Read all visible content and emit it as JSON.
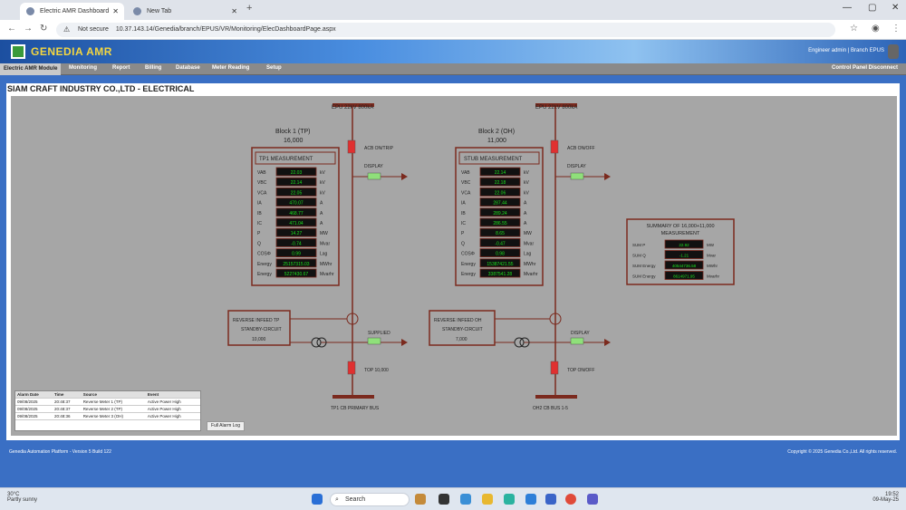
{
  "browser": {
    "tabs": [
      {
        "label": "Electric AMR Dashboard"
      },
      {
        "label": "New Tab"
      }
    ],
    "url": "10.37.143.14/Genedia/branch/EPUS/VR/Monitoring/ElecDashboardPage.aspx",
    "site_info": "Not secure"
  },
  "app": {
    "logo_text": "GENEDIA AMR",
    "user_info": "Engineer admin | Branch EPUS",
    "menu": [
      "Electric AMR Module",
      "Monitoring",
      "Report",
      "Billing",
      "Database",
      "Meter Reading",
      "Setup"
    ],
    "menu_right": "Control Panel   Disconnect",
    "site_title": "SIAM CRAFT INDUSTRY CO.,LTD - ELECTRICAL"
  },
  "blocks": [
    {
      "source": "EPU 22kV 800kA",
      "name": "Block 1 (TP)",
      "rating": "16,000",
      "meas_title": "TP1 MEASUREMENT",
      "rows": [
        {
          "label": "VAB",
          "value": "22.03",
          "unit": "kV"
        },
        {
          "label": "VBC",
          "value": "22.14",
          "unit": "kV"
        },
        {
          "label": "VCA",
          "value": "22.05",
          "unit": "kV"
        },
        {
          "label": "IA",
          "value": "470.07",
          "unit": "A"
        },
        {
          "label": "IB",
          "value": "468.77",
          "unit": "A"
        },
        {
          "label": "IC",
          "value": "471.04",
          "unit": "A"
        },
        {
          "label": "P",
          "value": "14.27",
          "unit": "MW"
        },
        {
          "label": "Q",
          "value": "-0.74",
          "unit": "Mvar"
        },
        {
          "label": "COSΦ",
          "value": "0.99",
          "unit": "Lag"
        },
        {
          "label": "Energy",
          "value": "25157315.03",
          "unit": "MWhr"
        },
        {
          "label": "Energy",
          "value": "5227430.67",
          "unit": "Mvarhr"
        }
      ],
      "breaker_top": "ACB ON/TRIP",
      "breaker_top2": "DISPLAY",
      "transformer_title": "REVERSE INFEED TP",
      "transformer_sub": "STANDBY-CIRCUIT",
      "transformer_rating": "10,000",
      "breaker_mid": "SUPPLIED",
      "breaker_bottom": "TOP 10,000",
      "busbar_label": "TP1 CB PRIMARY BUS"
    },
    {
      "source": "EPU 22kV 800kA",
      "name": "Block 2 (OH)",
      "rating": "11,000",
      "meas_title": "STUB MEASUREMENT",
      "rows": [
        {
          "label": "VAB",
          "value": "22.14",
          "unit": "kV"
        },
        {
          "label": "VBC",
          "value": "22.18",
          "unit": "kV"
        },
        {
          "label": "VCA",
          "value": "22.06",
          "unit": "kV"
        },
        {
          "label": "IA",
          "value": "287.44",
          "unit": "A"
        },
        {
          "label": "IB",
          "value": "289.24",
          "unit": "A"
        },
        {
          "label": "IC",
          "value": "286.55",
          "unit": "A"
        },
        {
          "label": "P",
          "value": "8.65",
          "unit": "MW"
        },
        {
          "label": "Q",
          "value": "-0.47",
          "unit": "Mvar"
        },
        {
          "label": "COSΦ",
          "value": "0.98",
          "unit": "Lag"
        },
        {
          "label": "Energy",
          "value": "15387421.55",
          "unit": "MWhr"
        },
        {
          "label": "Energy",
          "value": "3387541.28",
          "unit": "Mvarhr"
        }
      ],
      "breaker_top": "ACB ON/OFF",
      "breaker_top2": "DISPLAY",
      "transformer_title": "REVERSE INFEED OH",
      "transformer_sub": "STANDBY-CIRCUIT",
      "transformer_rating": "7,000",
      "breaker_mid": "DISPLAY",
      "breaker_bottom": "TOP ON/OFF",
      "busbar_label": "OH2 CB BUS 1-5"
    }
  ],
  "summary": {
    "title": "SUMMARY OF 16,000+11,000",
    "subtitle": "MEASUREMENT",
    "rows": [
      {
        "label": "SUM P",
        "value": "22.92",
        "unit": "MW"
      },
      {
        "label": "SUM Q",
        "value": "-1.21",
        "unit": "Mvar"
      },
      {
        "label": "SUM Energy",
        "value": "40544736.58",
        "unit": "MWhr"
      },
      {
        "label": "SUM Energy",
        "value": "8614971.95",
        "unit": "Mvarhr"
      }
    ]
  },
  "alarms": {
    "headers": [
      "Alarm Date",
      "Time",
      "Source",
      "Event"
    ],
    "rows": [
      [
        "09/08/2025",
        "20:48:37",
        "Reverse Meter 1 (TP)",
        "Active Power High"
      ],
      [
        "09/08/2025",
        "20:48:37",
        "Reverse Meter 2 (TP)",
        "Active Power High"
      ],
      [
        "09/08/2025",
        "20:48:36",
        "Reverse Meter 3 (OH)",
        "Active Power High"
      ]
    ],
    "see_all": "Full Alarm Log"
  },
  "footer": {
    "left": "Genedia Automation Platform - Version 5 Build 122",
    "right": "Copyright © 2025 Genedia Co.,Ltd. All rights reserved."
  },
  "taskbar": {
    "weather_temp": "30°C",
    "weather_desc": "Partly sunny",
    "search": "Search",
    "time": "19:52",
    "date": "09-May-25"
  },
  "colors": {
    "bus_line": "#7b2a1e",
    "meas_value_bg": "#111111",
    "meas_value_fg": "#1ee01e",
    "breaker_red": "#e03030",
    "breaker_green": "#8fe07a"
  }
}
